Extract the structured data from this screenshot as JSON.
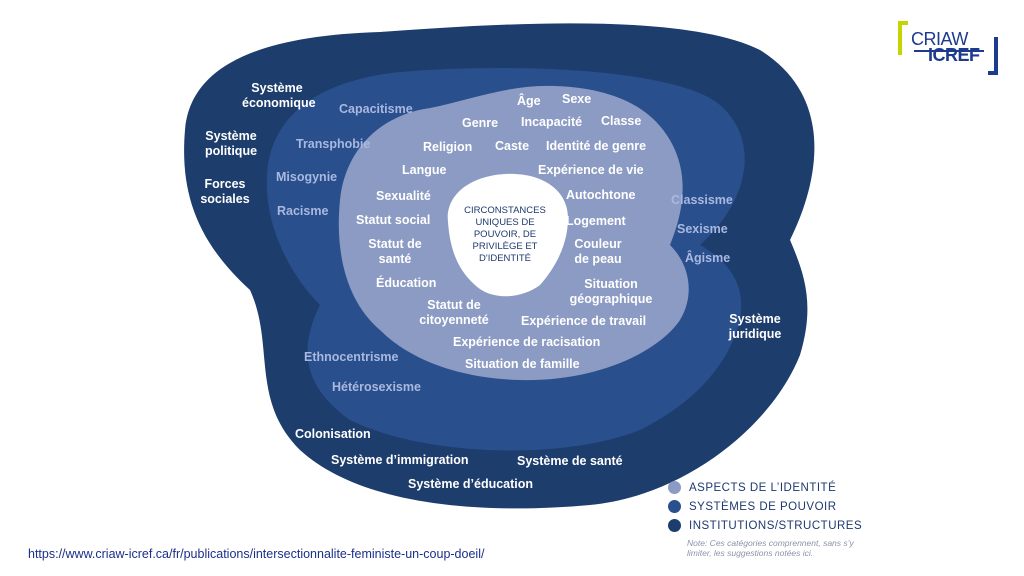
{
  "colors": {
    "outer": "#1d3d6c",
    "middle": "#2a4f8d",
    "inner": "#8c9bc3",
    "center": "#ffffff",
    "text_dark": "#1d3a6e",
    "text_mid": "#a9b8df"
  },
  "logo": {
    "line1": "CRIAW",
    "line2": "ICREF"
  },
  "center_text": [
    "CIRCONSTANCES",
    "UNIQUES DE",
    "POUVOIR, DE",
    "PRIVILÈGE ET",
    "D'IDENTITÉ"
  ],
  "outer_labels": [
    "Système économique",
    "Système politique",
    "Forces sociales",
    "Système juridique",
    "Colonisation",
    "Système d’immigration",
    "Système de santé",
    "Système d’éducation"
  ],
  "middle_labels": [
    "Capacitisme",
    "Transphobie",
    "Misogynie",
    "Racisme",
    "Classisme",
    "Sexisme",
    "Âgisme",
    "Ethnocentrisme",
    "Hétérosexisme"
  ],
  "inner_labels": [
    "Âge",
    "Sexe",
    "Genre",
    "Incapacité",
    "Classe",
    "Religion",
    "Caste",
    "Identité de genre",
    "Langue",
    "Expérience de vie",
    "Sexualité",
    "Autochtone",
    "Statut social",
    "Logement",
    "Statut de santé",
    "Couleur de peau",
    "Éducation",
    "Situation géographique",
    "Statut de citoyenneté",
    "Expérience de travail",
    "Expérience de racisation",
    "Situation de famille"
  ],
  "legend": [
    {
      "label": "ASPECTS DE L’IDENTITÉ",
      "color": "#8c9bc3"
    },
    {
      "label": "SYSTÈMES DE POUVOIR",
      "color": "#2a4f8d"
    },
    {
      "label": "INSTITUTIONS/STRUCTURES",
      "color": "#1d3d6c"
    }
  ],
  "note": "Note: Ces catégories comprennent, sans s’y limiter, les suggestions notées ici.",
  "source_url": "https://www.criaw-icref.ca/fr/publications/intersectionnalite-feministe-un-coup-doeil/"
}
